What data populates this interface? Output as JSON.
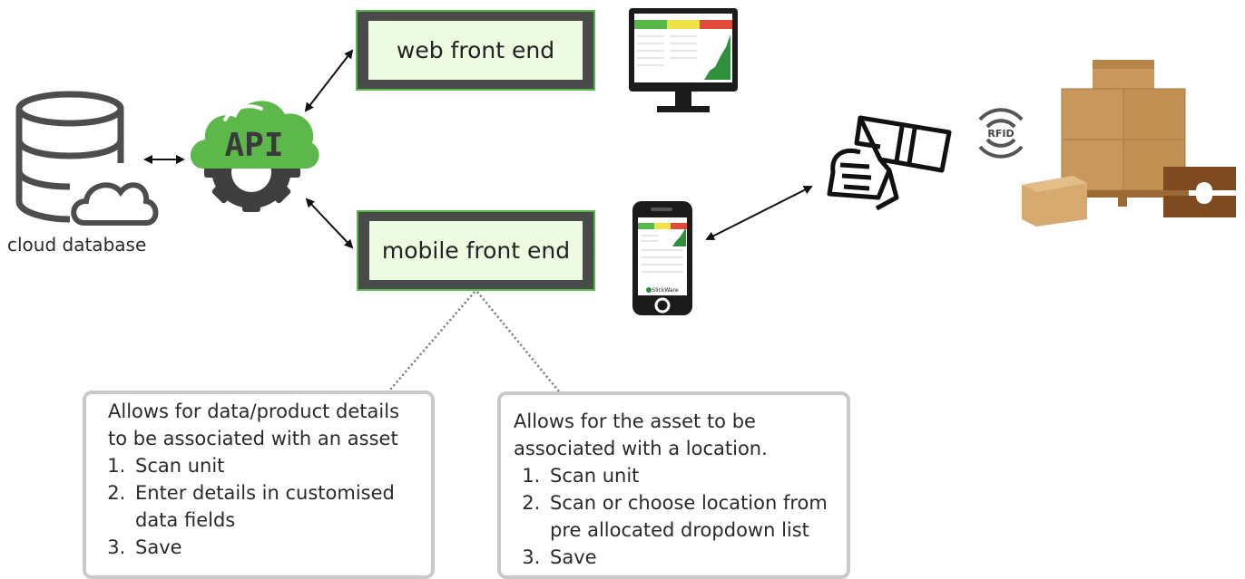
{
  "database": {
    "label": "cloud database"
  },
  "api": {
    "label": "API"
  },
  "web_frontend": {
    "label": "web front end"
  },
  "mobile_frontend": {
    "label": "mobile front end"
  },
  "rfid": {
    "label": "RFID"
  },
  "phone": {
    "brand": "SlickWare"
  },
  "note_left": {
    "intro": "Allows for data/product details to be associated with an asset",
    "steps": [
      "Scan unit",
      "Enter details in customised data fields",
      "Save"
    ]
  },
  "note_right": {
    "intro": "Allows for the asset to be associated with a location.",
    "steps": [
      "Scan unit",
      "Scan or choose location from pre allocated dropdown list",
      "Save"
    ]
  },
  "colors": {
    "api_green": "#5cb84a",
    "gear": "#3f3f3f",
    "box_fill": "#edfbe2",
    "box_border": "#4a4a4a",
    "cardboard": "#c9965c"
  }
}
